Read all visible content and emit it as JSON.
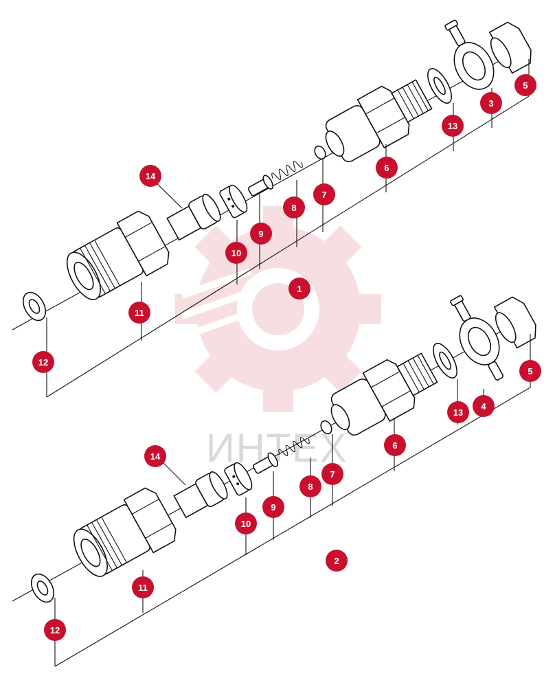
{
  "watermark": {
    "text": "ИНТЕХ",
    "color": "#e9a4aa"
  },
  "accent_color": "#c8102e",
  "assemblies": [
    {
      "assembly_label": "1",
      "callouts": [
        "14",
        "10",
        "9",
        "8",
        "7",
        "6",
        "13",
        "3",
        "5",
        "11",
        "12"
      ]
    },
    {
      "assembly_label": "2",
      "callouts": [
        "14",
        "10",
        "9",
        "8",
        "7",
        "6",
        "13",
        "4",
        "5",
        "11",
        "12"
      ]
    }
  ]
}
